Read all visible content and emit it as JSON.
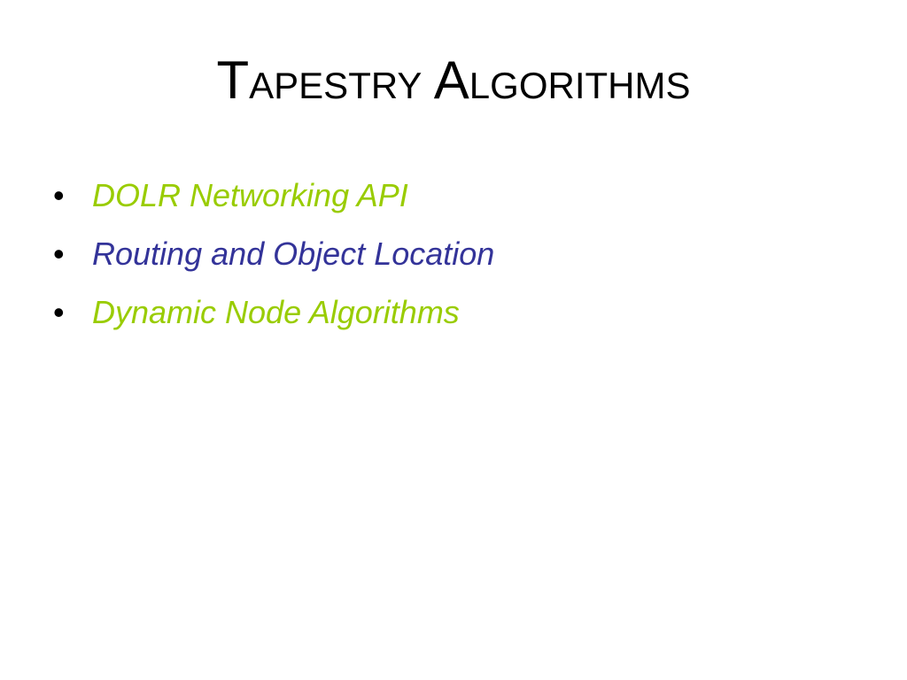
{
  "slide": {
    "title": "Tapestry Algorithms",
    "bullet_symbol": "•",
    "bullets": [
      {
        "text": "DOLR Networking API",
        "color": "#99cc00"
      },
      {
        "text": "Routing and Object Location",
        "color": "#333399"
      },
      {
        "text": "Dynamic Node Algorithms",
        "color": "#99cc00"
      }
    ]
  }
}
